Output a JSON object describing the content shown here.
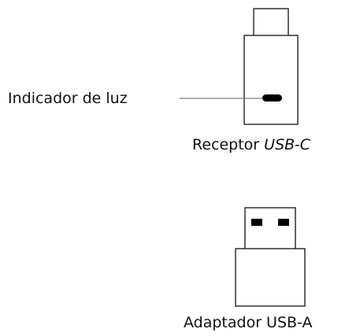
{
  "labels": {
    "indicator": "Indicador de luz",
    "receiver_prefix": "Receptor ",
    "receiver_italic": "USB-C",
    "adapter": "Adaptador USB-A"
  },
  "colors": {
    "stroke": "#111111",
    "leader_line": "#7f7f7f",
    "led": "#000000"
  }
}
